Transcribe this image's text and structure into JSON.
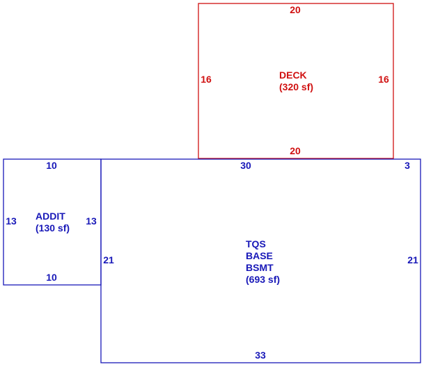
{
  "colors": {
    "deck": "#d01010",
    "house": "#1818b8"
  },
  "deck": {
    "label": "DECK",
    "area": "(320 sf)",
    "top": "20",
    "bottom": "20",
    "left": "16",
    "right": "16"
  },
  "addit": {
    "label": "ADDIT",
    "area": "(130 sf)",
    "top": "10",
    "bottom": "10",
    "left": "13",
    "right": "13"
  },
  "main": {
    "label_line1": "TQS",
    "label_line2": "BASE",
    "label_line3": "BSMT",
    "area": "(693 sf)",
    "top": "30",
    "top_right": "3",
    "bottom": "33",
    "left": "21",
    "right": "21"
  }
}
